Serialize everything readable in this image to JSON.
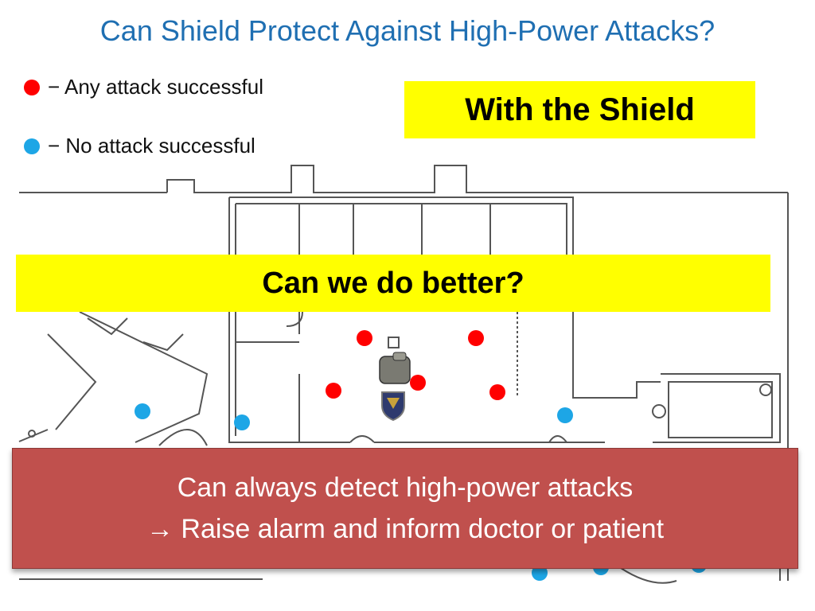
{
  "title": "Can Shield Protect Against High-Power Attacks?",
  "legend": [
    {
      "marker": "red-dot-icon",
      "color": "#ff0000",
      "label": "− Any attack successful"
    },
    {
      "marker": "blue-dot-icon",
      "color": "#1da6e6",
      "label": "− No attack successful"
    }
  ],
  "with_shield_label": "With the Shield",
  "question_label": "Can we do better?",
  "callout": {
    "line1": "Can always detect high-power attacks",
    "arrow": "→",
    "line2": "Raise alarm and inform doctor or patient"
  },
  "colors": {
    "title": "#1f6fb2",
    "highlight": "#ffff00",
    "callout": "#c0504d",
    "red": "#ff0000",
    "blue": "#1da6e6"
  }
}
